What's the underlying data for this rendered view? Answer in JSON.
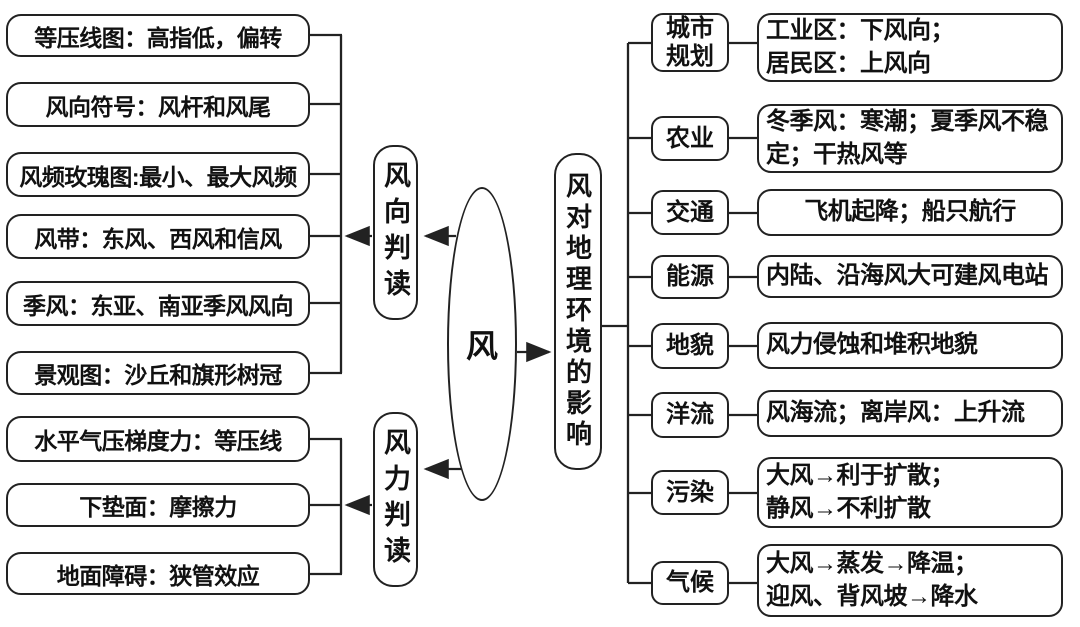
{
  "figure": {
    "background_color": "#ffffff",
    "line_color": "#222222",
    "text_color": "#111111",
    "center": {
      "label": "风"
    },
    "direction": {
      "label": "风向判读",
      "items": [
        "等压线图：高指低，偏转",
        "风向符号：风杆和风尾",
        "风频玫瑰图:最小、最大风频",
        "风带：东风、西风和信风",
        "季风：东亚、南亚季风风向",
        "景观图：沙丘和旗形树冠"
      ]
    },
    "force": {
      "label": "风力判读",
      "items": [
        "水平气压梯度力：等压线",
        "下垫面：摩擦力",
        "地面障碍：狭管效应"
      ]
    },
    "influence": {
      "label": "风对地理环境的影响",
      "rows": [
        {
          "category": "城市\n规划",
          "description": "工业区：下风向；\n居民区：上风向"
        },
        {
          "category": "农业",
          "description": "冬季风：寒潮；夏季风不稳\n定；干热风等"
        },
        {
          "category": "交通",
          "description": "飞机起降；船只航行"
        },
        {
          "category": "能源",
          "description": "内陆、沿海风大可建风电站"
        },
        {
          "category": "地貌",
          "description": "风力侵蚀和堆积地貌"
        },
        {
          "category": "洋流",
          "description": "风海流；离岸风：上升流"
        },
        {
          "category": "污染",
          "description": "大风→利于扩散；\n静风→不利扩散"
        },
        {
          "category": "气候",
          "description": "大风→蒸发→降温；\n迎风、背风坡→降水"
        }
      ]
    }
  }
}
